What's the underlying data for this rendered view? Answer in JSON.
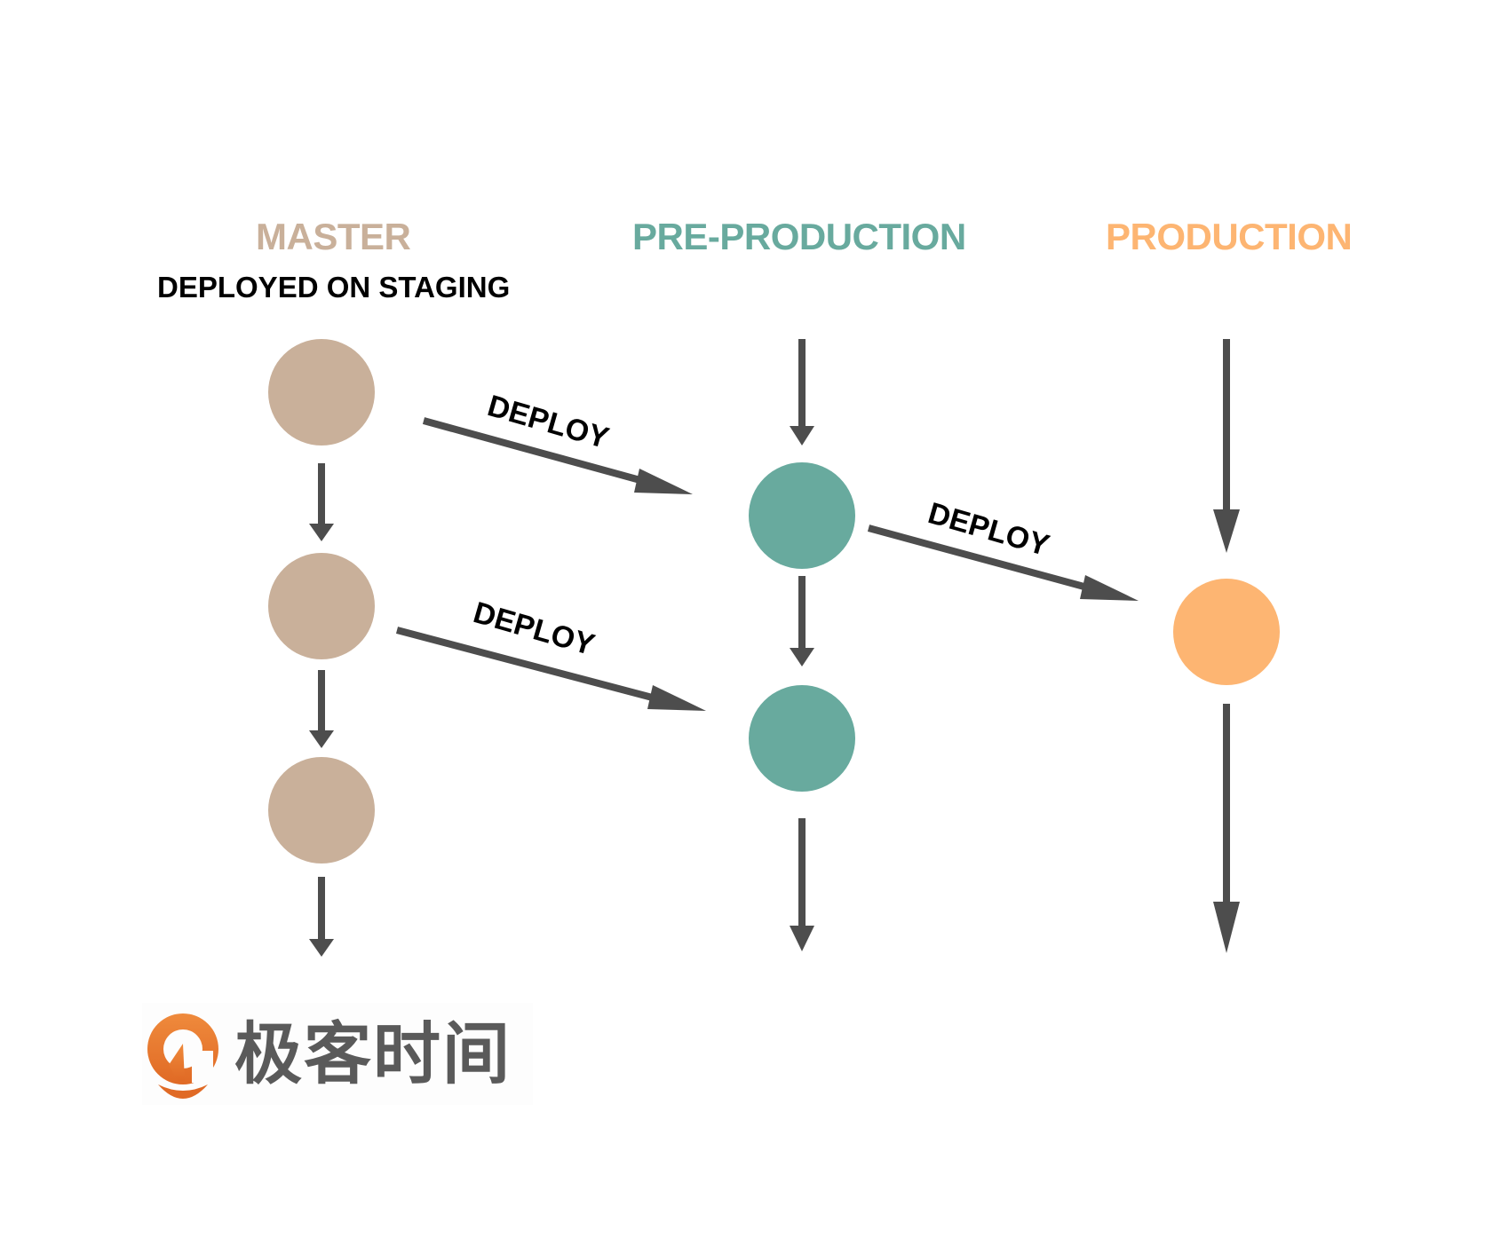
{
  "columns": [
    {
      "id": "master",
      "title": "MASTER",
      "subtitle": "DEPLOYED ON STAGING",
      "color": "#c9b09a",
      "nodes": 3
    },
    {
      "id": "pre-production",
      "title": "PRE-PRODUCTION",
      "color": "#68aa9e",
      "nodes": 2
    },
    {
      "id": "production",
      "title": "PRODUCTION",
      "color": "#fdb572",
      "nodes": 1
    }
  ],
  "edges": [
    {
      "from": "master.0",
      "to": "pre-production.0",
      "label": "DEPLOY"
    },
    {
      "from": "master.1",
      "to": "pre-production.1",
      "label": "DEPLOY"
    },
    {
      "from": "pre-production.0",
      "to": "production.0",
      "label": "DEPLOY"
    }
  ],
  "arrow_color": "#4d4d4d",
  "logo": {
    "text": "极客时间",
    "icon": "geektime-logo-icon",
    "color": "#e8742c"
  }
}
